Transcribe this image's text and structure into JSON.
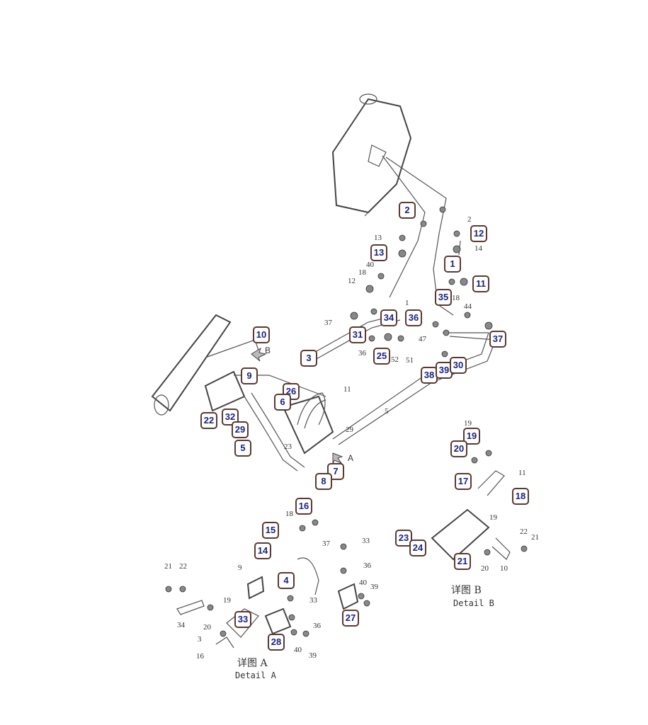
{
  "callouts": [
    "2",
    "12",
    "13",
    "1",
    "11",
    "35",
    "34",
    "36",
    "37",
    "10",
    "31",
    "25",
    "3",
    "38",
    "39",
    "30",
    "9",
    "26",
    "6",
    "22",
    "32",
    "29",
    "5",
    "7",
    "8",
    "19",
    "20",
    "17",
    "18",
    "16",
    "15",
    "14",
    "4",
    "23",
    "24",
    "21",
    "33",
    "28",
    "27"
  ],
  "labels": [
    "2",
    "13",
    "14",
    "40",
    "18",
    "12",
    "1",
    "18",
    "44",
    "37",
    "47",
    "36",
    "52",
    "51",
    "11",
    "5",
    "29",
    "23",
    "19",
    "11",
    "19",
    "22",
    "21",
    "20",
    "10",
    "18",
    "37",
    "33",
    "36",
    "40",
    "39",
    "9",
    "21",
    "22",
    "19",
    "34",
    "20",
    "33",
    "3",
    "16",
    "36",
    "40",
    "39"
  ],
  "markers": {
    "a": "A",
    "b": "B"
  },
  "captions": {
    "detail_a_cn": "详图 A",
    "detail_a_en": "Detail A",
    "detail_b_cn": "详图 B",
    "detail_b_en": "Detail B"
  }
}
